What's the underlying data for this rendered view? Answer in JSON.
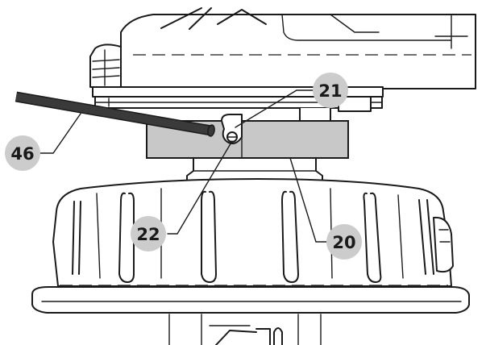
{
  "diagram": {
    "callouts": [
      {
        "id": "cable",
        "label": "46"
      },
      {
        "id": "clip",
        "label": "21"
      },
      {
        "id": "screw",
        "label": "22"
      },
      {
        "id": "bracket",
        "label": "20"
      }
    ],
    "colors": {
      "line": "#1a1a1a",
      "badge": "#cccccc",
      "plate": "#c8c8c8",
      "cable": "#3a3a3a"
    }
  }
}
